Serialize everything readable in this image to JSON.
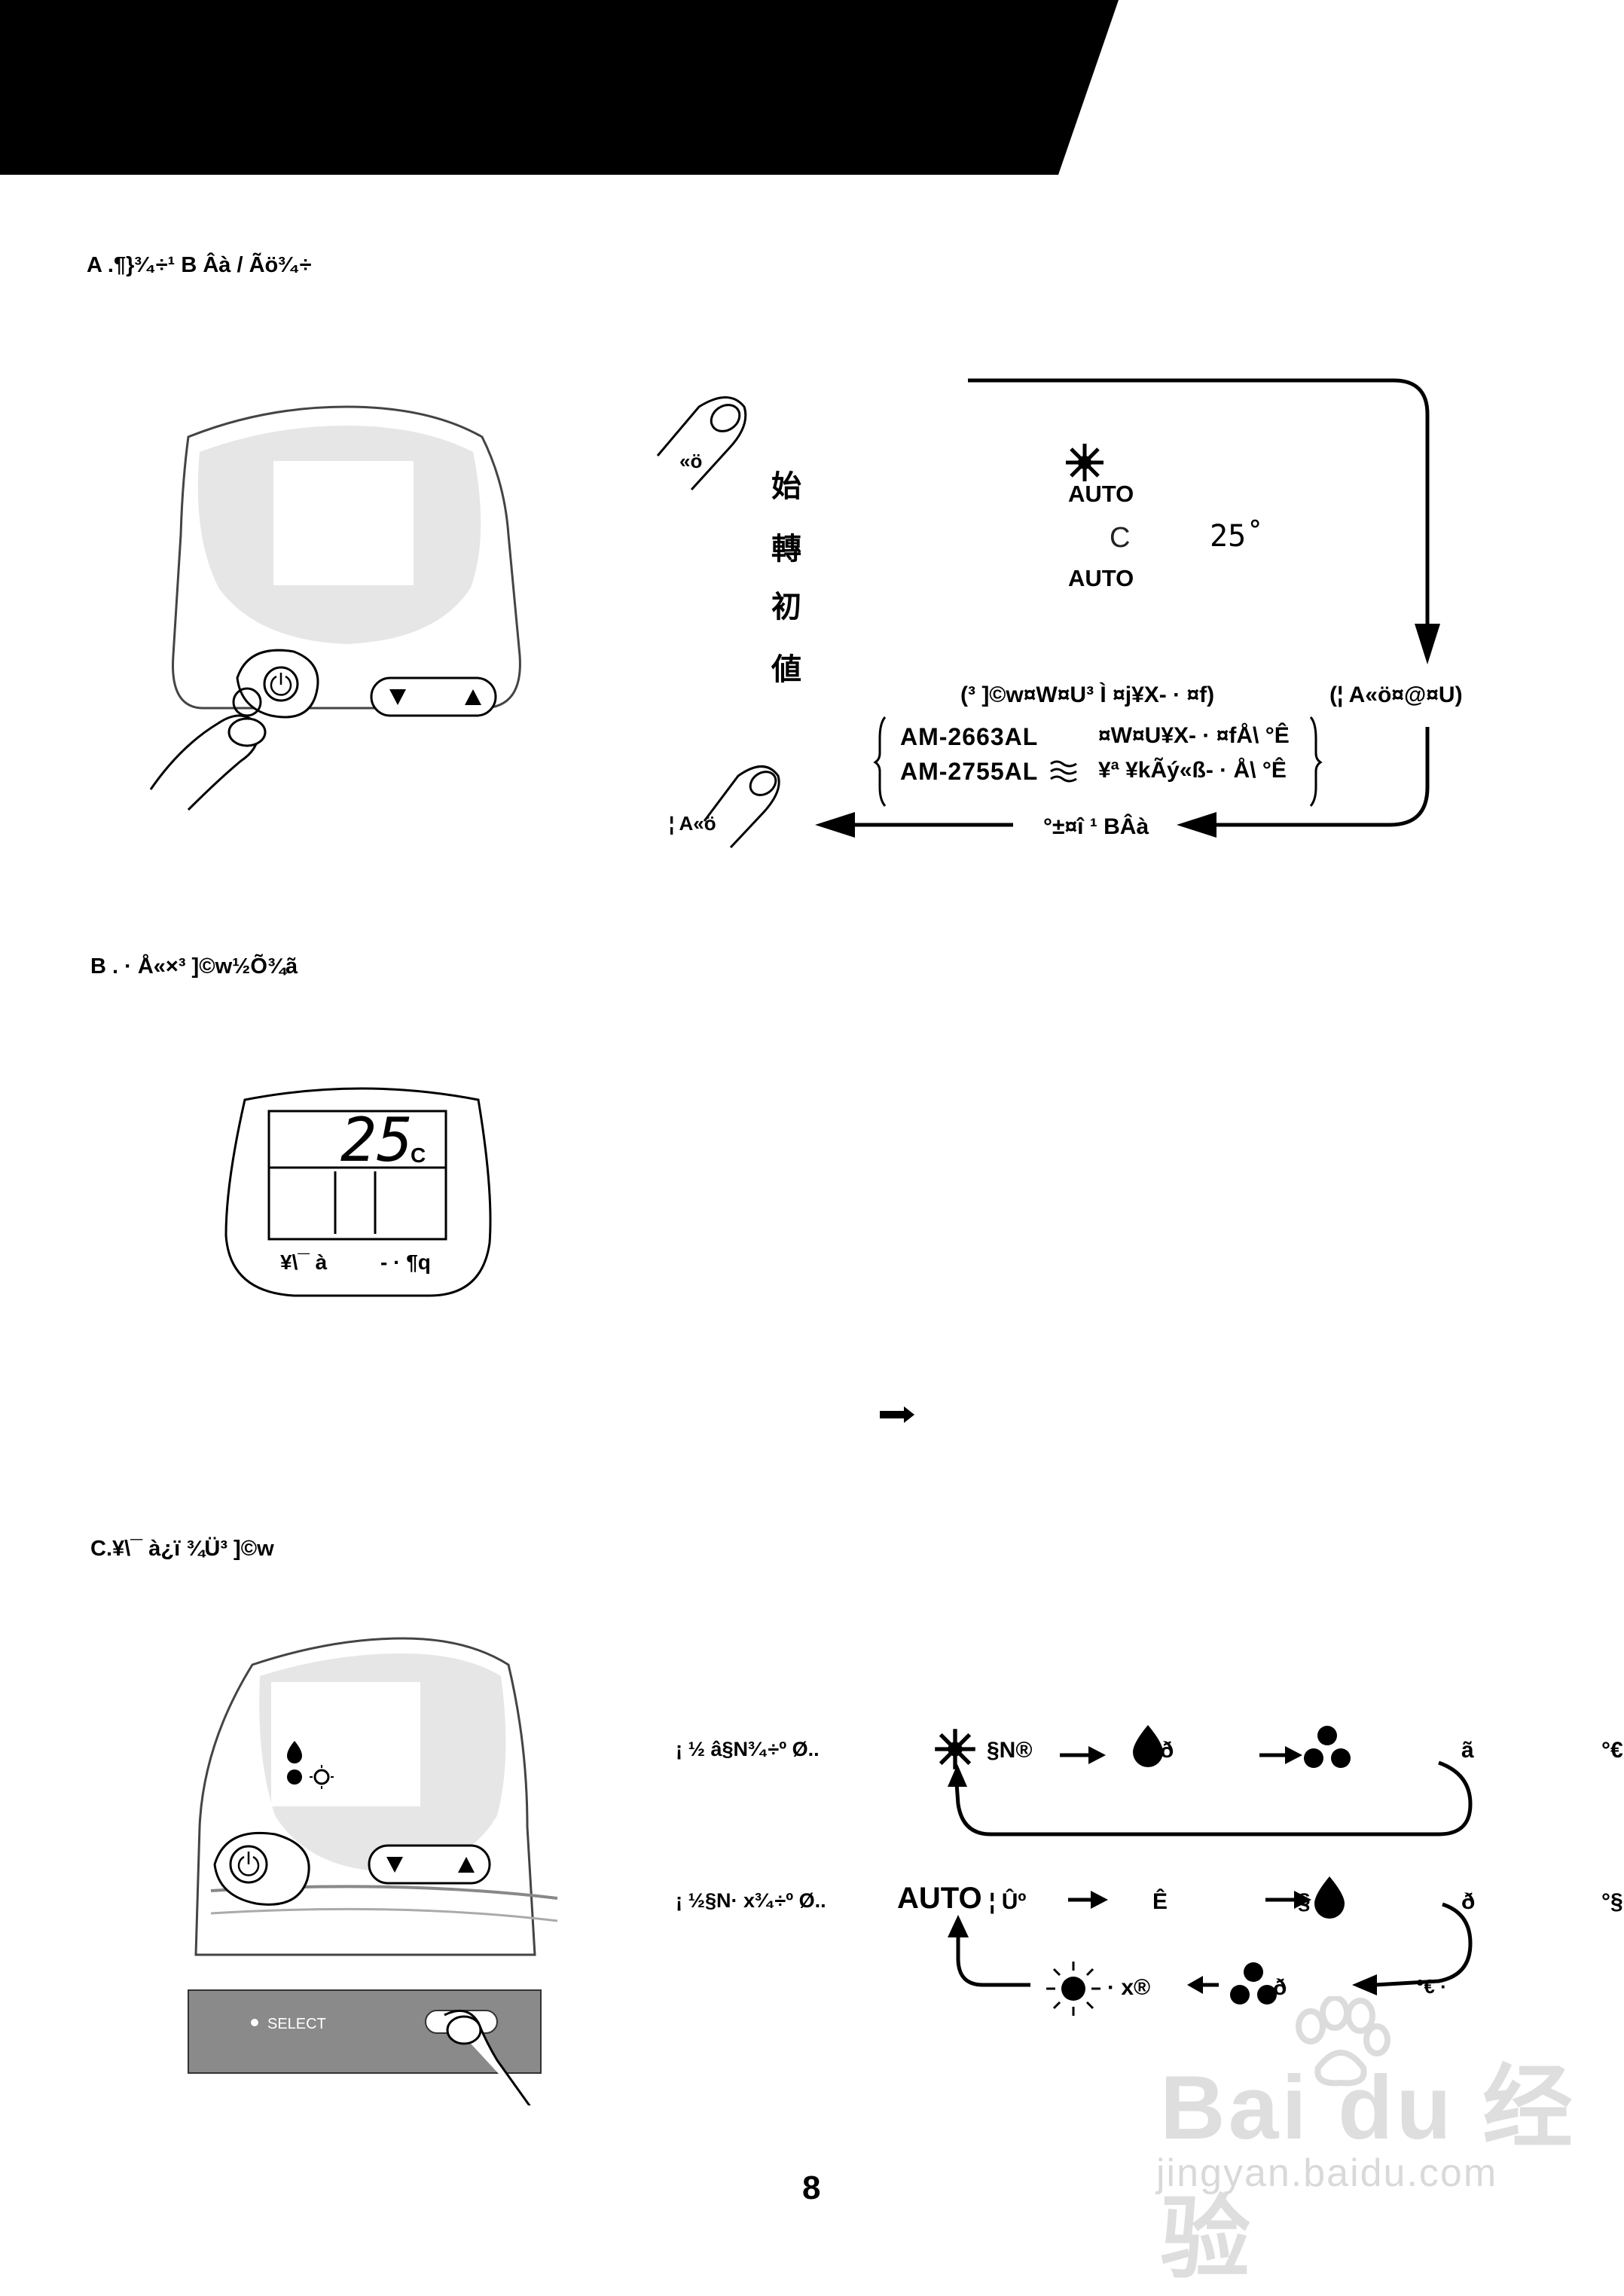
{
  "header": {
    "bar_color": "#000000"
  },
  "section_a": {
    "heading": "A .¶}³⁄₄÷¹ B Âà / Ãö³⁄₄÷",
    "press_label": "«ö",
    "side_glyphs": [
      "始",
      "轉",
      "初",
      "値"
    ],
    "auto_top": "AUTO",
    "c_glyph": "C",
    "temp_small": "25˚",
    "auto_bottom": "AUTO",
    "note_left": "(³ ]©w¤W¤U³ Ì ¤j¥X- · ¤f)",
    "note_right": "(¦ A«ö¤@¤U)",
    "model_1": "AM-2663AL",
    "model_1_desc": "¤W¤U¥X- · ¤fÅ\\ °Ê",
    "model_2": "AM-2755AL",
    "model_2_desc": "¥ª ¥kÃý«ß- · Å\\ °Ê",
    "press_again_label": "¦ A«ö",
    "stop_label": "°±¤î ¹ BÂà"
  },
  "section_b": {
    "heading": "B . · Å«×³ ]©w½Õ¾ã",
    "lcd_temp": "25",
    "lcd_deg": "°",
    "lcd_unit": "C",
    "label_left": "¥\\¯ à",
    "label_right": "- · ¶q"
  },
  "section_c": {
    "heading": "C.¥\\¯ à¿ï ¾Ü³ ]©w",
    "row1_label": "¡ ½ â§N³⁄₄÷º Ø..",
    "row1_item1": "§N®",
    "row1_item2": "ð",
    "row1_item3": "ã",
    "row1_item4": "°€",
    "row2_label": "¡ ½§N· x³⁄₄÷º Ø..",
    "row2_auto": "AUTO",
    "row2_auto_suffix": "¦ Ûº",
    "row2_item2": "Ê",
    "row2_item3": "§",
    "row2_item4": "ð",
    "row2_item5": "°§",
    "row2_bottom1": "· x®",
    "row2_bottom2": "ð",
    "row2_bottom3": "°€ ·"
  },
  "page_number": "8",
  "watermark": {
    "brand": "Bai du 经验",
    "url": "jingyan.baidu.com"
  }
}
